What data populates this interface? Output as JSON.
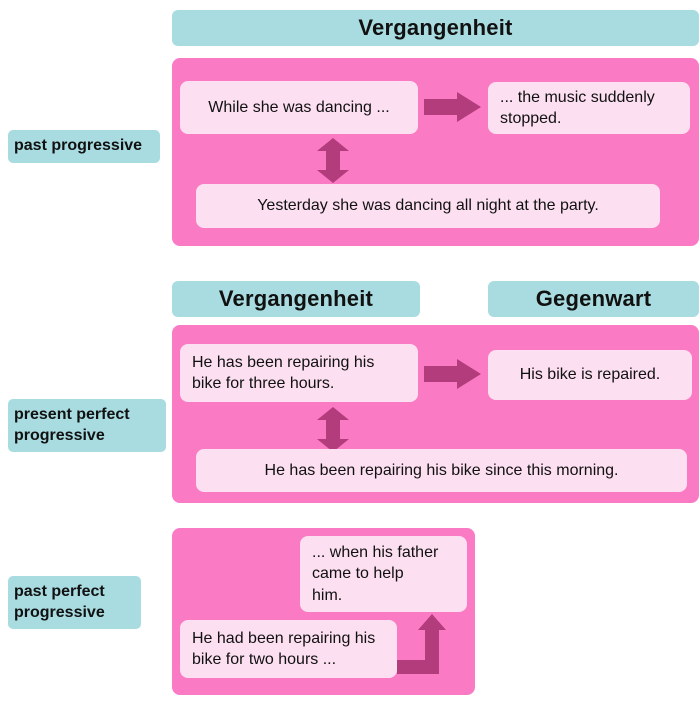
{
  "colors": {
    "teal": "#a9dce1",
    "pink": "#fb7ac4",
    "bubble": "#fcdff1",
    "arrow": "#b23c7c",
    "text": "#111111"
  },
  "past_progressive": {
    "label": "past progressive",
    "header_past": "Vergangenheit",
    "ongoing_action": "While she was dancing ...",
    "interrupting_event": "... the music suddenly stopped.",
    "example": "Yesterday she was dancing all night at the party."
  },
  "present_perfect_progressive": {
    "label": "present perfect progressive",
    "header_past": "Vergangenheit",
    "header_present": "Gegenwart",
    "ongoing_action": "He has been repairing his bike for three hours.",
    "result": "His bike is repaired.",
    "example": "He has been repairing his bike since this morning."
  },
  "past_perfect_progressive": {
    "label": "past perfect progressive",
    "interrupting_event": "... when his father\ncame to help\nhim.",
    "ongoing_action": "He had been repairing his bike for two hours ..."
  }
}
